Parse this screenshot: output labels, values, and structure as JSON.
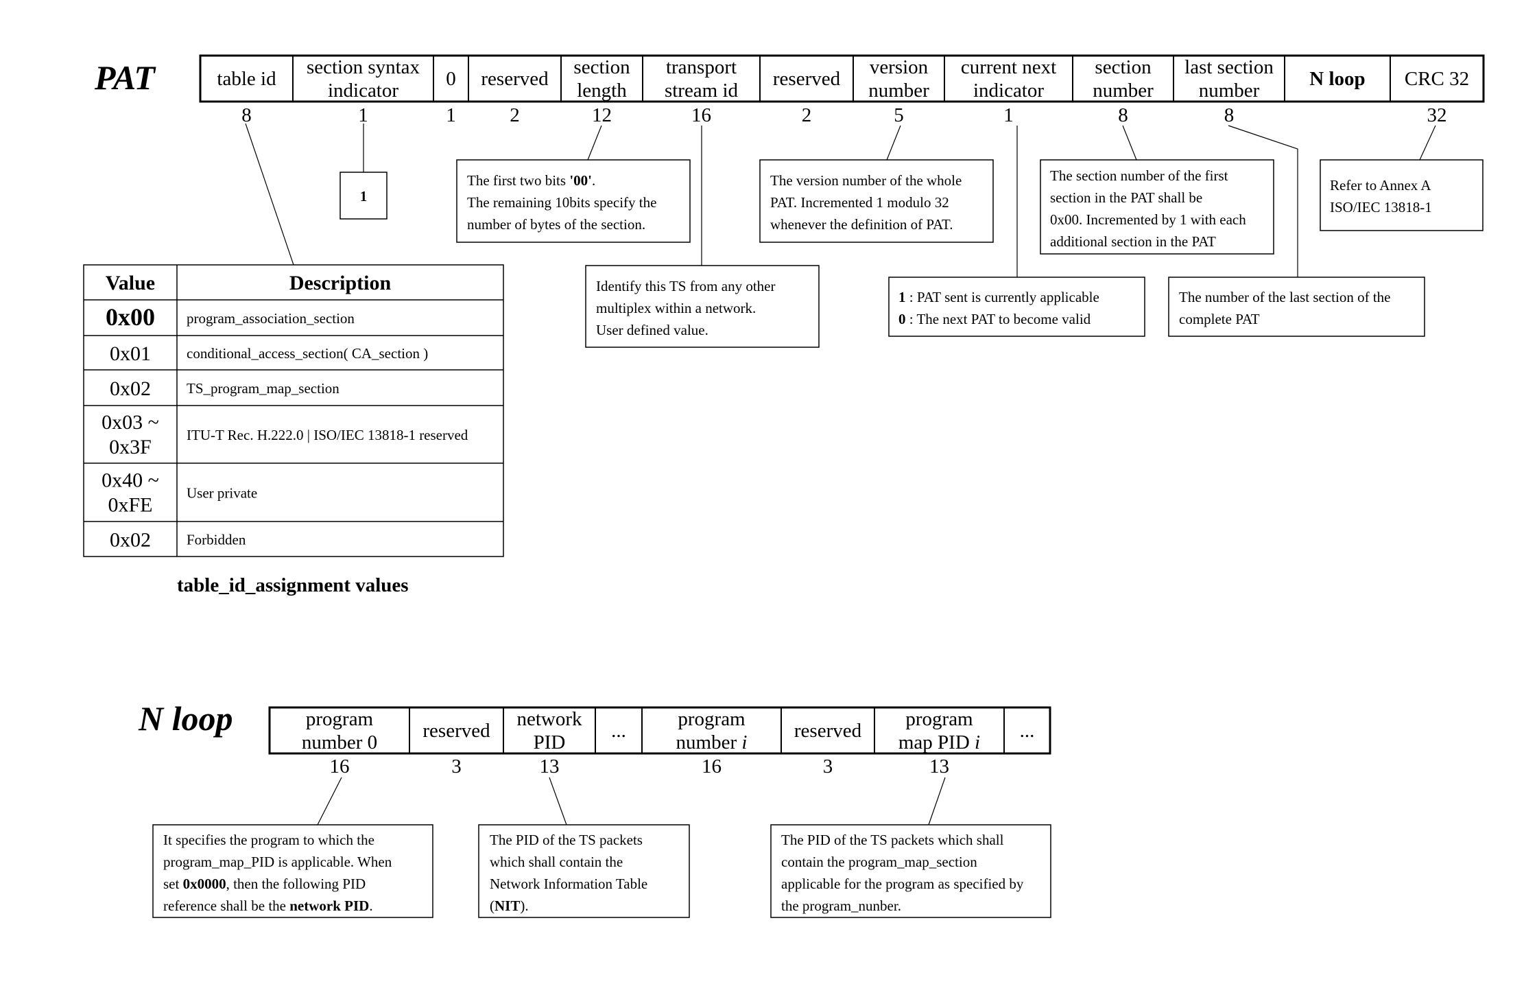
{
  "pat": {
    "title": "PAT",
    "fields": [
      {
        "label": [
          "table id"
        ],
        "bits": "8"
      },
      {
        "label": [
          "section syntax",
          "indicator"
        ],
        "bits": "1"
      },
      {
        "label": [
          "0"
        ],
        "bits": "1"
      },
      {
        "label": [
          "reserved"
        ],
        "bits": "2"
      },
      {
        "label": [
          "section",
          "length"
        ],
        "bits": "12"
      },
      {
        "label": [
          "transport",
          "stream id"
        ],
        "bits": "16"
      },
      {
        "label": [
          "reserved"
        ],
        "bits": "2"
      },
      {
        "label": [
          "version",
          "number"
        ],
        "bits": "5"
      },
      {
        "label": [
          "current next",
          "indicator"
        ],
        "bits": "1"
      },
      {
        "label": [
          "section",
          "number"
        ],
        "bits": "8"
      },
      {
        "label": [
          "last section",
          "number"
        ],
        "bits": "8"
      },
      {
        "label": [
          "N loop"
        ],
        "bits": "",
        "bold": true
      },
      {
        "label": [
          "CRC 32"
        ],
        "bits": "32"
      }
    ],
    "syntax_indicator_value": "1",
    "notes": {
      "section_length": [
        [
          {
            "t": "The first two bits "
          },
          {
            "t": "'00'",
            "b": true
          },
          {
            "t": "."
          }
        ],
        [
          {
            "t": "The remaining 10bits specify the"
          }
        ],
        [
          {
            "t": "number of bytes of the section."
          }
        ]
      ],
      "transport_stream_id": [
        [
          {
            "t": "Identify this TS from any other"
          }
        ],
        [
          {
            "t": "multiplex within a network."
          }
        ],
        [
          {
            "t": "User defined value."
          }
        ]
      ],
      "version_number": [
        [
          {
            "t": "The version number of the whole"
          }
        ],
        [
          {
            "t": "PAT. Incremented 1 modulo 32"
          }
        ],
        [
          {
            "t": "whenever the definition of PAT."
          }
        ]
      ],
      "current_next_indicator": [
        [
          {
            "t": "1",
            "b": true
          },
          {
            "t": " : PAT sent is currently applicable"
          }
        ],
        [
          {
            "t": "0",
            "b": true
          },
          {
            "t": " : The next PAT to become valid"
          }
        ]
      ],
      "section_number": [
        [
          {
            "t": "The section number of the first"
          }
        ],
        [
          {
            "t": "section in the PAT shall be"
          }
        ],
        [
          {
            "t": "0x00. Incremented by 1 with each"
          }
        ],
        [
          {
            "t": "additional section in the PAT"
          }
        ]
      ],
      "last_section_number": [
        [
          {
            "t": "The number of the last section of the"
          }
        ],
        [
          {
            "t": "complete PAT"
          }
        ]
      ],
      "crc32": [
        [
          {
            "t": "Refer to Annex A"
          }
        ],
        [
          {
            "t": "ISO/IEC 13818-1"
          }
        ]
      ]
    }
  },
  "table_id_table": {
    "headers": [
      "Value",
      "Description"
    ],
    "rows": [
      {
        "value": [
          "0x00"
        ],
        "description": "program_association_section",
        "bold": true
      },
      {
        "value": [
          "0x01"
        ],
        "description": "conditional_access_section( CA_section )"
      },
      {
        "value": [
          "0x02"
        ],
        "description": "TS_program_map_section"
      },
      {
        "value": [
          "0x03 ~",
          "0x3F"
        ],
        "description": "ITU-T Rec. H.222.0 | ISO/IEC 13818-1 reserved"
      },
      {
        "value": [
          "0x40 ~",
          "0xFE"
        ],
        "description": "User private"
      },
      {
        "value": [
          "0x02"
        ],
        "description": "Forbidden"
      }
    ],
    "caption": "table_id_assignment values"
  },
  "nloop": {
    "title": "N loop",
    "fields": [
      {
        "label": [
          [
            {
              "t": "program"
            }
          ],
          [
            {
              "t": "number 0"
            }
          ]
        ],
        "bits": "16"
      },
      {
        "label": [
          [
            {
              "t": "reserved"
            }
          ]
        ],
        "bits": "3"
      },
      {
        "label": [
          [
            {
              "t": "network"
            }
          ],
          [
            {
              "t": "PID"
            }
          ]
        ],
        "bits": "13"
      },
      {
        "label": [
          [
            {
              "t": "..."
            }
          ]
        ],
        "bits": ""
      },
      {
        "label": [
          [
            {
              "t": "program"
            }
          ],
          [
            {
              "t": "number "
            },
            {
              "t": "i",
              "i": true
            }
          ]
        ],
        "bits": "16"
      },
      {
        "label": [
          [
            {
              "t": "reserved"
            }
          ]
        ],
        "bits": "3"
      },
      {
        "label": [
          [
            {
              "t": "program"
            }
          ],
          [
            {
              "t": "map PID  "
            },
            {
              "t": "i",
              "i": true
            }
          ]
        ],
        "bits": "13"
      },
      {
        "label": [
          [
            {
              "t": "..."
            }
          ]
        ],
        "bits": ""
      }
    ],
    "notes": {
      "program_number": [
        [
          {
            "t": "It specifies the program to which the"
          }
        ],
        [
          {
            "t": "program_map_PID is applicable. When"
          }
        ],
        [
          {
            "t": "set "
          },
          {
            "t": "0x0000",
            "b": true
          },
          {
            "t": ", then the following PID"
          }
        ],
        [
          {
            "t": "reference shall be the "
          },
          {
            "t": "network PID",
            "b": true
          },
          {
            "t": "."
          }
        ]
      ],
      "network_pid": [
        [
          {
            "t": "The PID of the TS packets"
          }
        ],
        [
          {
            "t": "which shall contain the"
          }
        ],
        [
          {
            "t": "Network Information Table"
          }
        ],
        [
          {
            "t": "("
          },
          {
            "t": "NIT",
            "b": true
          },
          {
            "t": ")."
          }
        ]
      ],
      "program_map_pid": [
        [
          {
            "t": "The PID of the TS packets which shall"
          }
        ],
        [
          {
            "t": "contain the program_map_section"
          }
        ],
        [
          {
            "t": "applicable for the program as specified by"
          }
        ],
        [
          {
            "t": "the program_nunber."
          }
        ]
      ]
    }
  }
}
